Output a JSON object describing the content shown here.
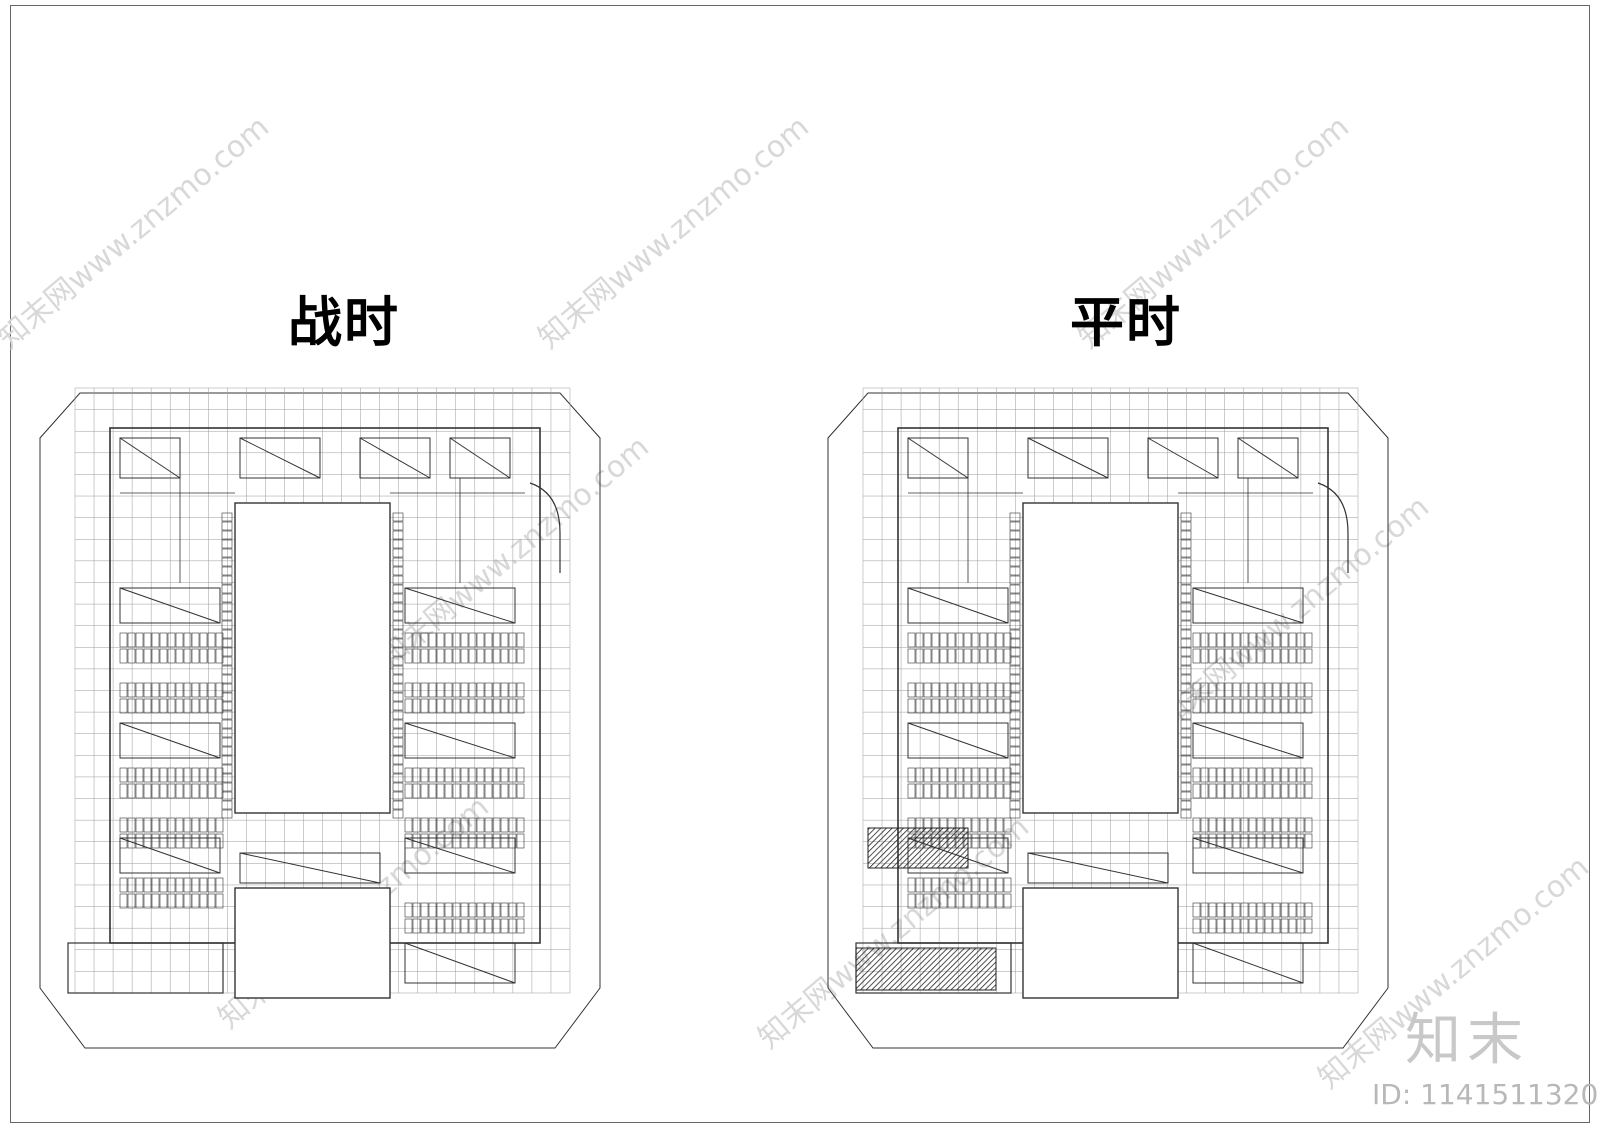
{
  "plans": [
    {
      "title": "战时"
    },
    {
      "title": "平时"
    }
  ],
  "watermark": {
    "brand": "知末",
    "id": "ID: 1141511320",
    "site_text": "知末网www.znzmo.com"
  },
  "colors": {
    "line": "#333333",
    "grid": "#9a9a9a",
    "hatch": "#222222",
    "watermark": "#d8d8d8"
  }
}
